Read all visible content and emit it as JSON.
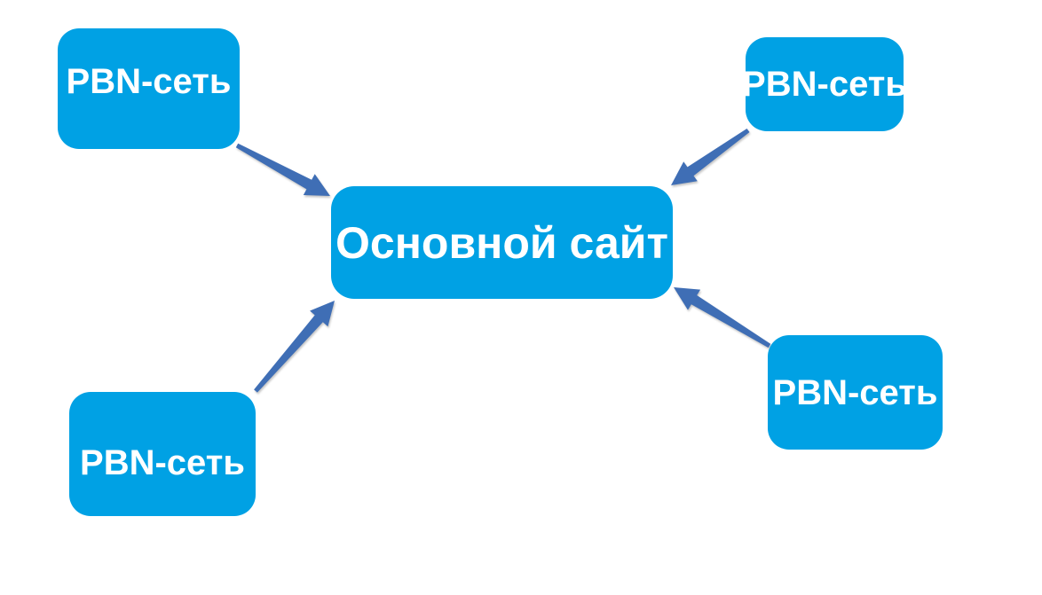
{
  "diagram": {
    "background": "#FFFFFF",
    "colors": {
      "node_fill": "#00A1E4",
      "node_text": "#FFFFFF",
      "arrow": "#3F6EB5"
    },
    "center_node": {
      "id": "main-site",
      "label": "Основной сайт"
    },
    "satellites": [
      {
        "id": "pbn-top-left",
        "label": "PBN-сеть"
      },
      {
        "id": "pbn-top-right",
        "label": "PBN-сеть"
      },
      {
        "id": "pbn-bottom-left",
        "label": "PBN-сеть"
      },
      {
        "id": "pbn-bottom-right",
        "label": "PBN-сеть"
      }
    ],
    "edges": [
      {
        "from": "pbn-top-left",
        "to": "main-site"
      },
      {
        "from": "pbn-top-right",
        "to": "main-site"
      },
      {
        "from": "pbn-bottom-left",
        "to": "main-site"
      },
      {
        "from": "pbn-bottom-right",
        "to": "main-site"
      }
    ]
  }
}
